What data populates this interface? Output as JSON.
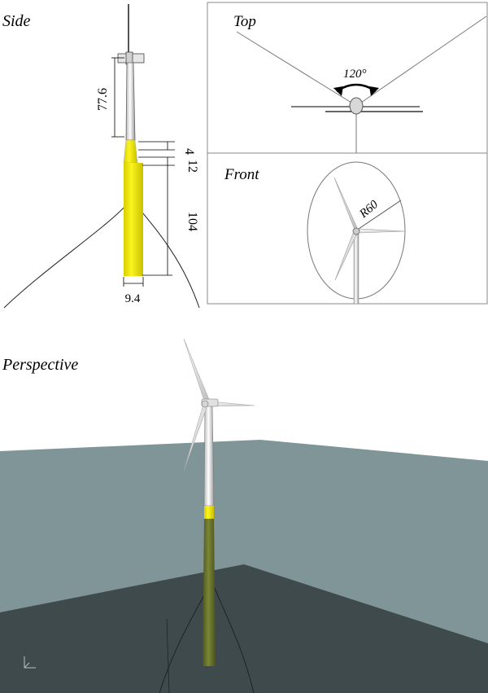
{
  "panels": {
    "side": "Side",
    "top": "Top",
    "front": "Front",
    "perspective": "Perspective"
  },
  "dimensions": {
    "tower_height": "77.6",
    "transition_piece": "4",
    "platform": "12",
    "monopile_length": "104",
    "monopile_diameter": "9.4",
    "rotor_radius": "R60",
    "blade_angle": "120°"
  },
  "colors": {
    "monopile": "#f2ea10",
    "tower": "#f4f4f4",
    "sea_wall": "#7f9598",
    "seabed": "#3f4a4d",
    "underwater_pile": "#66702b"
  }
}
